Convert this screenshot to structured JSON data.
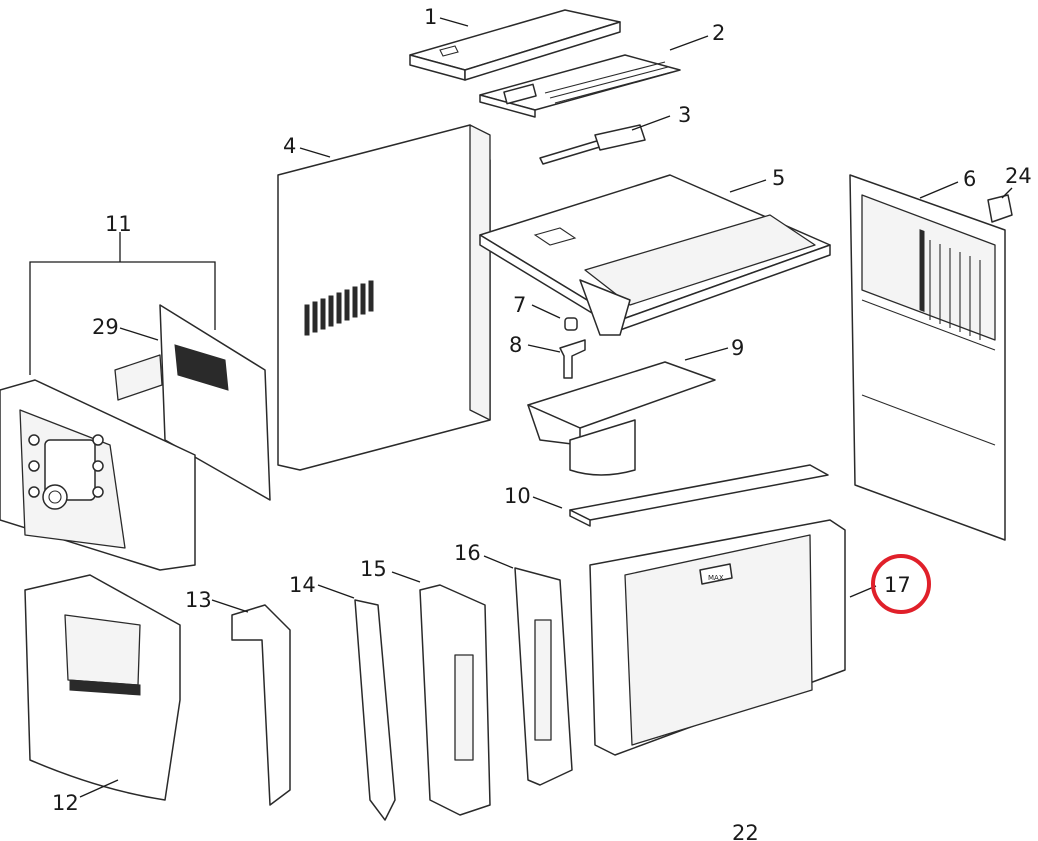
{
  "diagram": {
    "callouts": {
      "c1": "1",
      "c2": "2",
      "c3": "3",
      "c4": "4",
      "c5": "5",
      "c6": "6",
      "c7": "7",
      "c8": "8",
      "c9": "9",
      "c10": "10",
      "c11": "11",
      "c12": "12",
      "c13": "13",
      "c14": "14",
      "c15": "15",
      "c16": "16",
      "c17": "17",
      "c22": "22",
      "c24": "24",
      "c29": "29"
    },
    "highlighted_callout": "17",
    "highlight_color": "#e0202a",
    "water_tank_marking": "MAX"
  }
}
